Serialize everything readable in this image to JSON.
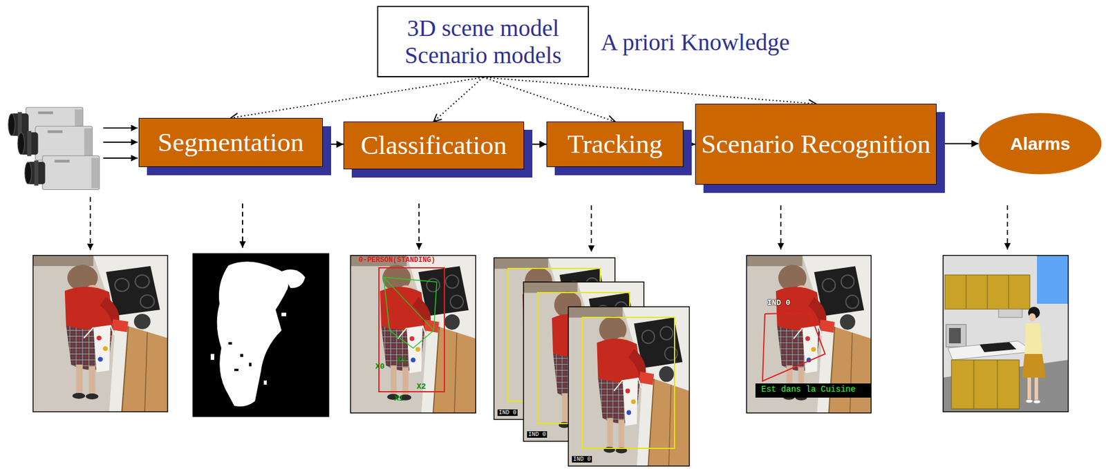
{
  "diagram": {
    "nodes": [
      {
        "text": [
          "3D scene model Scenario models"
        ]
      },
      {
        "text": [
          "Segmentation"
        ]
      },
      {
        "text": [
          "Classification"
        ]
      },
      {
        "text": [
          "Tracking"
        ]
      },
      {
        "text": [
          "Scenario Recognition"
        ]
      },
      {
        "text": [
          "Alarms"
        ]
      }
    ],
    "edges": [
      {
        "from": 0,
        "to": 1,
        "arrow": "to"
      },
      {
        "from": 0,
        "to": 2,
        "arrow": "to"
      },
      {
        "from": 0,
        "to": 3,
        "arrow": "to"
      },
      {
        "from": 0,
        "to": 4,
        "arrow": "to"
      },
      {
        "from": 1,
        "to": 2,
        "arrow": "to"
      },
      {
        "from": 2,
        "to": 3,
        "arrow": "to"
      },
      {
        "from": 3,
        "to": 4,
        "arrow": "to"
      },
      {
        "from": 4,
        "to": 5,
        "arrow": "to"
      }
    ],
    "labels": [
      "A priori Knowledge",
      "0-PERSON(STANDING)",
      "X0",
      "X3",
      "X2",
      "X1",
      "IND 0",
      "IND 0",
      "IND 0",
      "IND 0",
      "Est dans la Cuisine"
    ]
  }
}
